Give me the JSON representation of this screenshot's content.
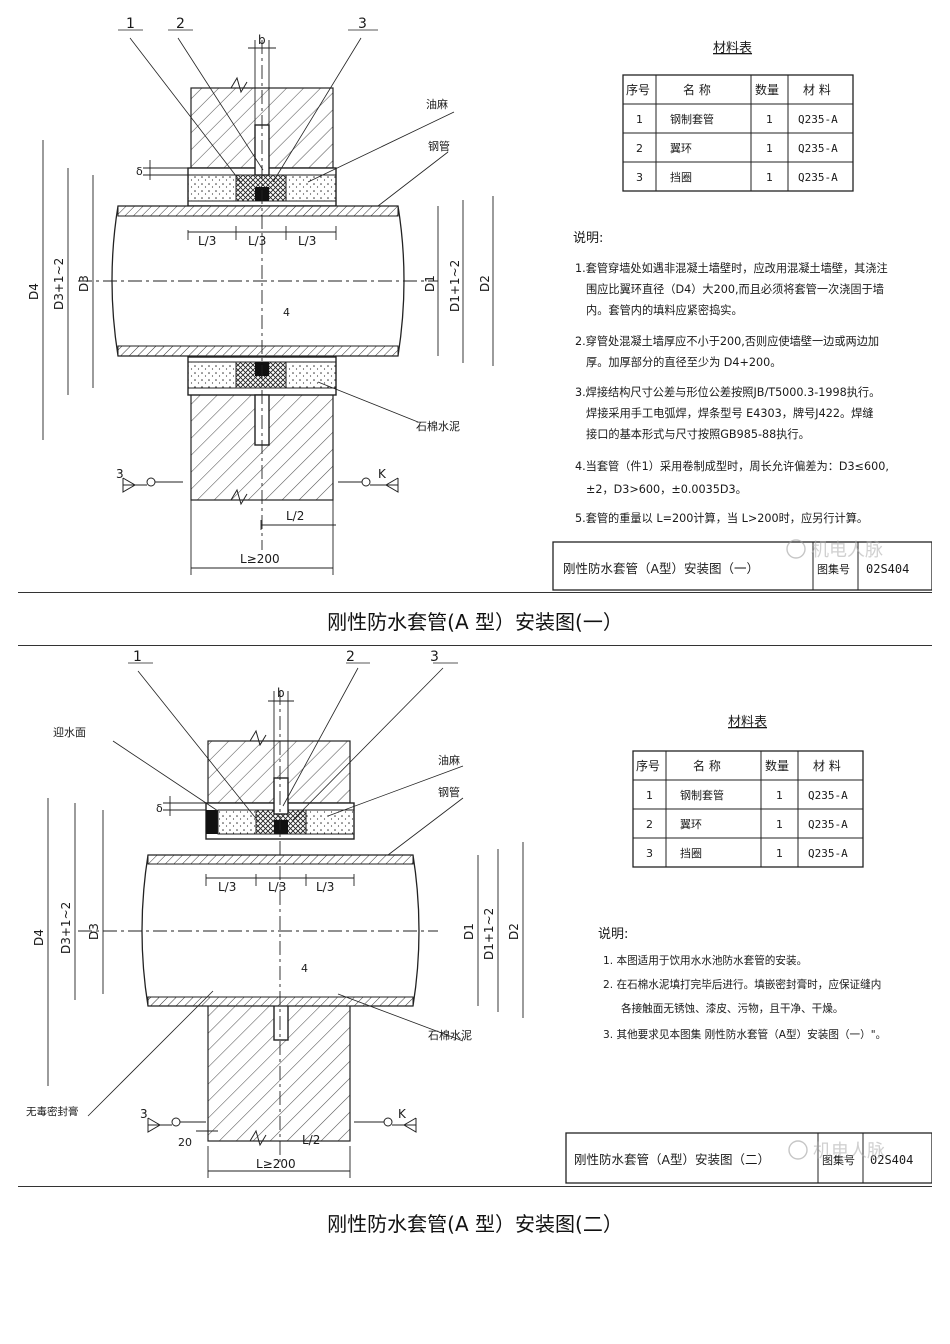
{
  "sheet1": {
    "callouts": [
      "1",
      "2",
      "3"
    ],
    "dim_b": "b",
    "dim_delta": "δ",
    "dim_4": "4",
    "labels": {
      "oil_hemp": "油麻",
      "steel_pipe": "钢管",
      "asbestos_cement": "石棉水泥"
    },
    "dims": {
      "l3": "L/3",
      "l2": "L/2",
      "lmin": "L≥200",
      "d4": "D4",
      "d3tol": "D3+1~2",
      "d3": "D3",
      "d1": "D1",
      "d1tol": "D1+1~2",
      "d2": "D2"
    },
    "section_left": "3",
    "section_right": "K",
    "table": {
      "title": "材料表",
      "headers": [
        "序号",
        "名 称",
        "数量",
        "材 料"
      ],
      "rows": [
        [
          "1",
          "钢制套管",
          "1",
          "Q235-A"
        ],
        [
          "2",
          "翼环",
          "1",
          "Q235-A"
        ],
        [
          "3",
          "挡圈",
          "1",
          "Q235-A"
        ]
      ]
    },
    "notes_title": "说明:",
    "notes": [
      "1.套管穿墙处如遇非混凝土墙壁时，应改用混凝土墙壁，其浇注",
      "围应比翼环直径（D4）大200,而且必须将套管一次浇固于墙",
      "内。套管内的填料应紧密捣实。",
      "2.穿管处混凝土墙厚应不小于200,否则应使墙壁一边或两边加",
      "厚。加厚部分的直径至少为 D4+200。",
      "3.焊接结构尺寸公差与形位公差按照JB/T5000.3-1998执行。",
      "焊接采用手工电弧焊，焊条型号 E4303，牌号J422。焊缝",
      "接口的基本形式与尺寸按照GB985-88执行。",
      "4.当套管（件1）采用卷制成型时，周长允许偏差为：D3≤600,",
      "±2，D3>600，±0.0035D3。",
      "5.套管的重量以 L=200计算，当 L>200时，应另行计算。"
    ],
    "title_block": {
      "name": "刚性防水套管（A型）安装图（一）",
      "atlas_label": "图集号",
      "atlas_no": "02S404",
      "watermark": "机电人脉"
    }
  },
  "caption1": "刚性防水套管(A 型）安装图(一）",
  "sheet2": {
    "callouts": [
      "1",
      "2",
      "3"
    ],
    "dim_b": "b",
    "dim_delta": "δ",
    "dim_4": "4",
    "dim_20": "20",
    "labels": {
      "water_face": "迎水面",
      "oil_hemp": "油麻",
      "steel_pipe": "钢管",
      "asbestos_cement": "石棉水泥",
      "sealant": "无毒密封膏"
    },
    "dims": {
      "l3": "L/3",
      "l2": "L/2",
      "lmin": "L≥200",
      "d4": "D4",
      "d3tol": "D3+1~2",
      "d3": "D3",
      "d1": "D1",
      "d1tol": "D1+1~2",
      "d2": "D2"
    },
    "section_left": "3",
    "section_right": "K",
    "table": {
      "title": "材料表",
      "headers": [
        "序号",
        "名 称",
        "数量",
        "材 料"
      ],
      "rows": [
        [
          "1",
          "钢制套管",
          "1",
          "Q235-A"
        ],
        [
          "2",
          "翼环",
          "1",
          "Q235-A"
        ],
        [
          "3",
          "挡圈",
          "1",
          "Q235-A"
        ]
      ]
    },
    "notes_title": "说明:",
    "notes": [
      "1. 本图适用于饮用水水池防水套管的安装。",
      "2. 在石棉水泥填打完毕后进行。填嵌密封膏时，应保证缝内",
      "各接触面无锈蚀、漆皮、污物，且干净、干燥。",
      "3. 其他要求见本图集 刚性防水套管（A型）安装图（一）\"。"
    ],
    "title_block": {
      "name": "刚性防水套管（A型）安装图（二）",
      "atlas_label": "图集号",
      "atlas_no": "02S404",
      "watermark": "机电人脉"
    }
  },
  "caption2": "刚性防水套管(A 型）安装图(二）",
  "colors": {
    "ink": "#1a1a1a",
    "hatch": "#555555",
    "paper": "#ffffff"
  }
}
